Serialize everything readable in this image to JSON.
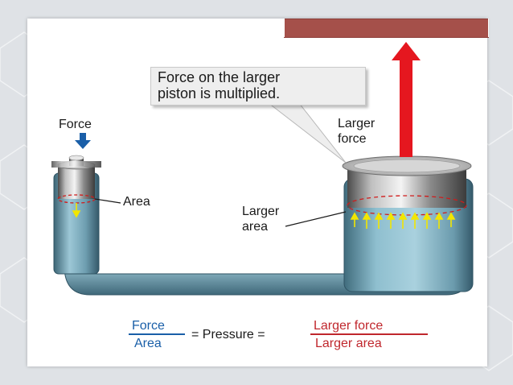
{
  "callout": {
    "line1": "Force on the larger",
    "line2": "piston is multiplied."
  },
  "labels": {
    "force": "Force",
    "area": "Area",
    "larger_force_line1": "Larger",
    "larger_force_line2": "force",
    "larger_area_line1": "Larger",
    "larger_area_line2": "area"
  },
  "equation": {
    "left_numerator": "Force",
    "left_denominator": "Area",
    "middle": "= Pressure =",
    "right_numerator": "Larger force",
    "right_denominator": "Larger area"
  },
  "colors": {
    "accent": "#a5504a",
    "fluid": "#7fb2c4",
    "force_arrow": "#e5171f",
    "input_arrow": "#1a5fa8",
    "pressure_arrows": "#f2e600",
    "equation_blue": "#1a5fa8",
    "equation_red": "#c0272d"
  },
  "icons": {
    "input_force": "arrow-down-icon",
    "output_force": "arrow-up-icon",
    "fluid_motion": "arrow-down-icon",
    "pressure": "arrow-up-icon"
  }
}
